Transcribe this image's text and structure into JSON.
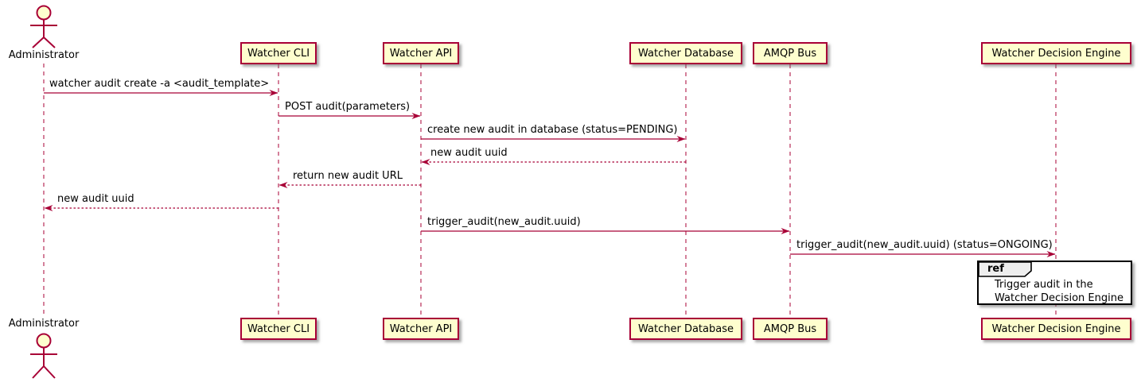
{
  "diagram": {
    "type": "sequence-diagram",
    "colors": {
      "participant_fill": "#FEFECE",
      "line_and_border": "#A80036",
      "text": "#000000",
      "ref_border": "#000000",
      "ref_header_fill": "#EEEEEE",
      "background": "#FFFFFF"
    }
  },
  "participants": [
    {
      "label": "Administrator",
      "type": "actor"
    },
    {
      "label": "Watcher CLI",
      "type": "box"
    },
    {
      "label": "Watcher API",
      "type": "box"
    },
    {
      "label": "Watcher Database",
      "type": "box"
    },
    {
      "label": "AMQP Bus",
      "type": "box"
    },
    {
      "label": "Watcher Decision Engine",
      "type": "box"
    }
  ],
  "messages": [
    {
      "text": "watcher audit create -a <audit_template>",
      "from": "Administrator",
      "to": "Watcher CLI",
      "style": "solid"
    },
    {
      "text": "POST audit(parameters)",
      "from": "Watcher CLI",
      "to": "Watcher API",
      "style": "solid"
    },
    {
      "text": "create new audit in database (status=PENDING)",
      "from": "Watcher API",
      "to": "Watcher Database",
      "style": "solid"
    },
    {
      "text": "new audit uuid",
      "from": "Watcher Database",
      "to": "Watcher API",
      "style": "dotted"
    },
    {
      "text": "return new audit URL",
      "from": "Watcher API",
      "to": "Watcher CLI",
      "style": "dotted"
    },
    {
      "text": "new audit uuid",
      "from": "Watcher CLI",
      "to": "Administrator",
      "style": "dotted"
    },
    {
      "text": "trigger_audit(new_audit.uuid)",
      "from": "Watcher API",
      "to": "AMQP Bus",
      "style": "solid"
    },
    {
      "text": "trigger_audit(new_audit.uuid) (status=ONGOING)",
      "from": "AMQP Bus",
      "to": "Watcher Decision Engine",
      "style": "solid"
    }
  ],
  "ref_fragment": {
    "keyword": "ref",
    "lines": [
      "Trigger audit in the",
      "Watcher Decision Engine"
    ]
  }
}
